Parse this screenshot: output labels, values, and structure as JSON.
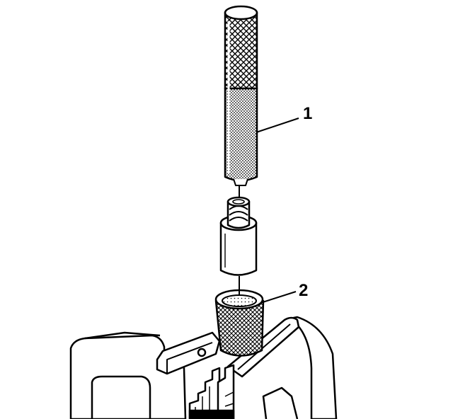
{
  "callouts": [
    {
      "id": "1",
      "label": "1"
    },
    {
      "id": "2",
      "label": "2"
    }
  ],
  "colors": {
    "line": "#000000",
    "fill": "#ffffff",
    "shade": "#555555"
  }
}
